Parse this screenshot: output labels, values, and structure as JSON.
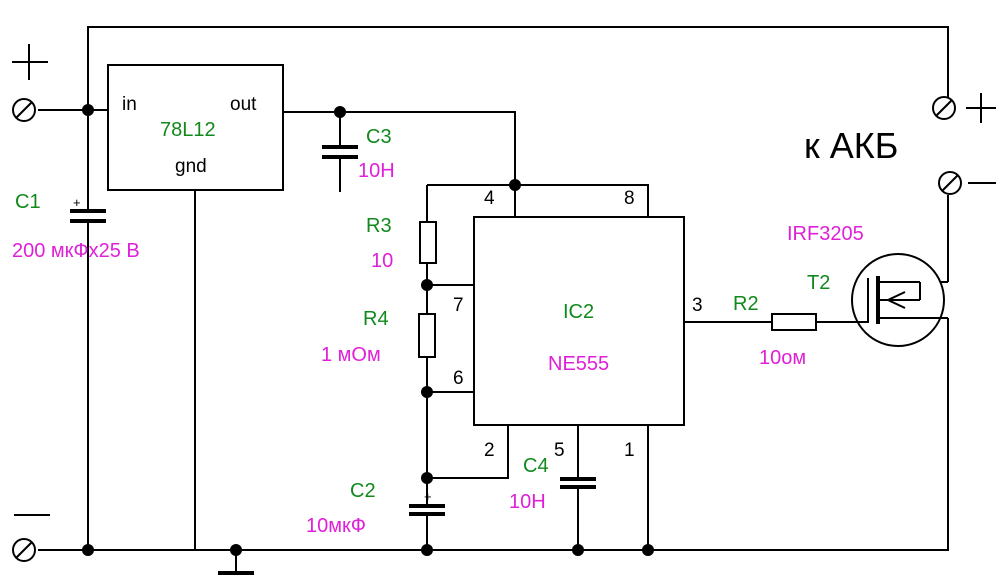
{
  "colors": {
    "wire": "#000000",
    "designator": "#11891c",
    "value": "#e020d8",
    "background": "#ffffff"
  },
  "battery_label": "к АКБ",
  "regulator": {
    "part": "78L12",
    "pin_in": "in",
    "pin_out": "out",
    "pin_gnd": "gnd"
  },
  "c1": {
    "ref": "C1",
    "value": "200 мкФх25 В",
    "polarity": "+"
  },
  "c2": {
    "ref": "C2",
    "value": "10мкФ",
    "polarity": "+"
  },
  "c3": {
    "ref": "C3",
    "value": "10Н"
  },
  "c4": {
    "ref": "C4",
    "value": "10Н"
  },
  "r2": {
    "ref": "R2",
    "value": "10ом"
  },
  "r3": {
    "ref": "R3",
    "value": "10"
  },
  "r4": {
    "ref": "R4",
    "value": "1 мОм"
  },
  "ic2": {
    "ref": "IC2",
    "part": "NE555",
    "pins": {
      "p1": "1",
      "p2": "2",
      "p3": "3",
      "p4": "4",
      "p5": "5",
      "p6": "6",
      "p7": "7",
      "p8": "8"
    }
  },
  "t2": {
    "ref": "T2",
    "part": "IRF3205"
  },
  "terminal_icons": [
    "screw-terminal-icon",
    "ground-icon",
    "plus-sign-icon",
    "minus-sign-icon"
  ]
}
